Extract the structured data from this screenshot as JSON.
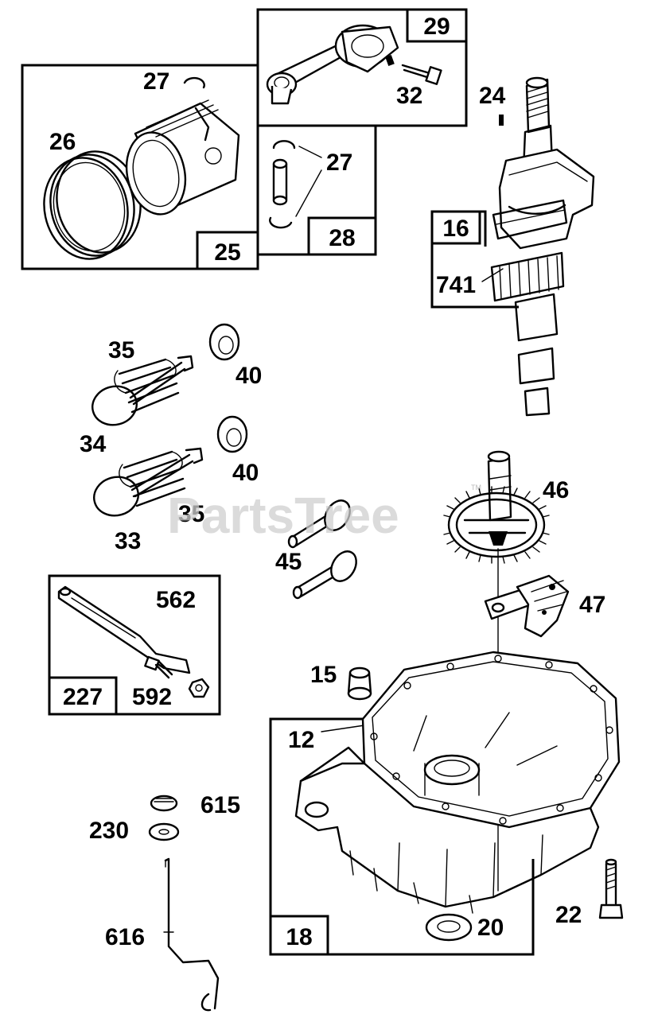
{
  "watermark": "PartsTree",
  "watermark_tm": "TM",
  "labels": {
    "p27a": "27",
    "p26": "26",
    "p25": "25",
    "p29": "29",
    "p32": "32",
    "p27b": "27",
    "p28": "28",
    "p24": "24",
    "p16": "16",
    "p741": "741",
    "p35a": "35",
    "p40a": "40",
    "p34": "34",
    "p40b": "40",
    "p35b": "35",
    "p33": "33",
    "p46": "46",
    "p45": "45",
    "p47": "47",
    "p562": "562",
    "p227": "227",
    "p592": "592",
    "p15": "15",
    "p12": "12",
    "p615": "615",
    "p230": "230",
    "p616": "616",
    "p18": "18",
    "p20": "20",
    "p22": "22"
  }
}
